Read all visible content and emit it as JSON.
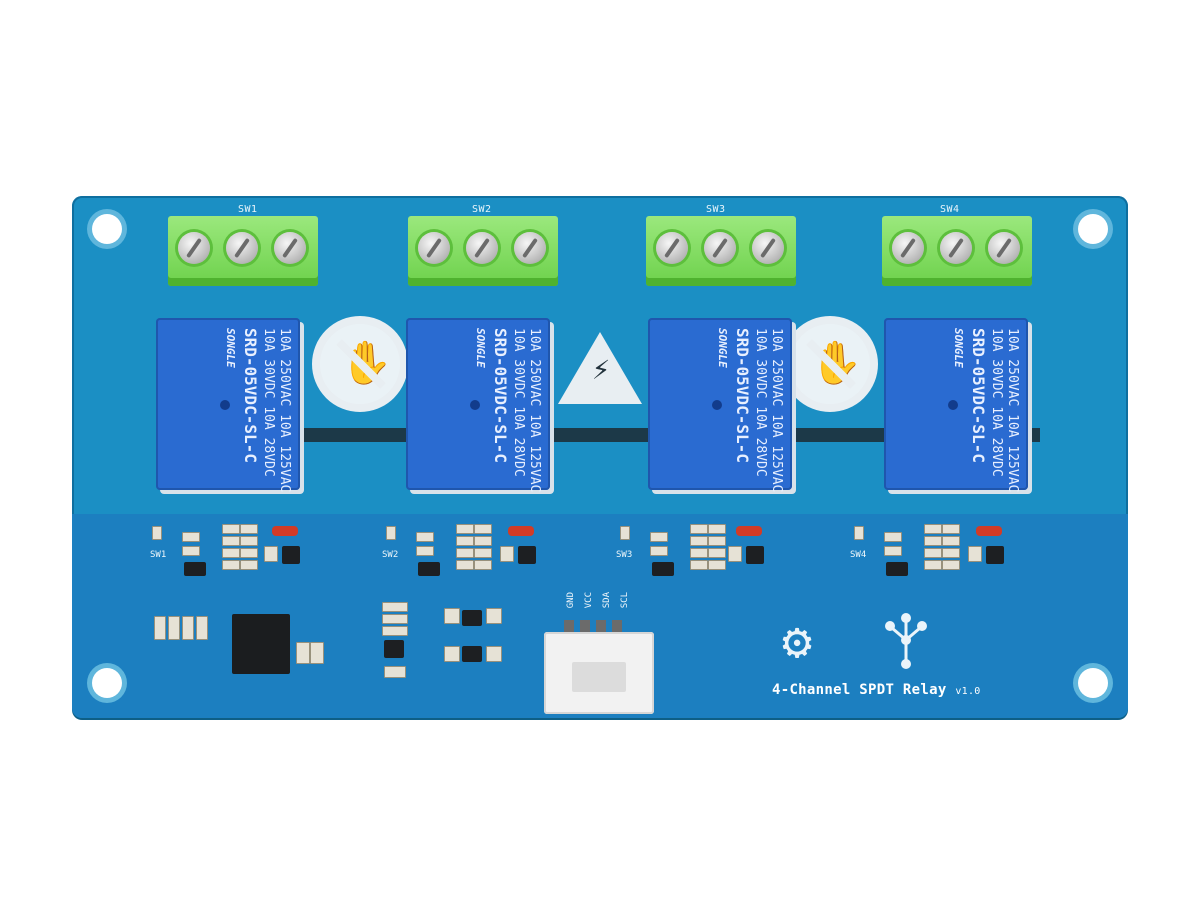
{
  "board": {
    "title": "4-Channel SPDT Relay",
    "version": "v1.0",
    "switches": [
      "SW1",
      "SW2",
      "SW3",
      "SW4"
    ],
    "pin_labels": [
      "GND",
      "VCC",
      "SDA",
      "SCL"
    ],
    "relay": {
      "line1": "10A 250VAC  10A 125VAC",
      "line2": "10A  30VDC  10A  28VDC",
      "model": "SRD-05VDC-SL-C",
      "brand": "SONGLE"
    },
    "colors": {
      "pcb": "#1b8fc4",
      "terminal": "#7fdc5e",
      "relay": "#2a6bd1"
    },
    "icons": [
      "no-touch-hand-icon",
      "high-voltage-icon",
      "open-source-hardware-icon",
      "tree-logo-icon"
    ]
  }
}
